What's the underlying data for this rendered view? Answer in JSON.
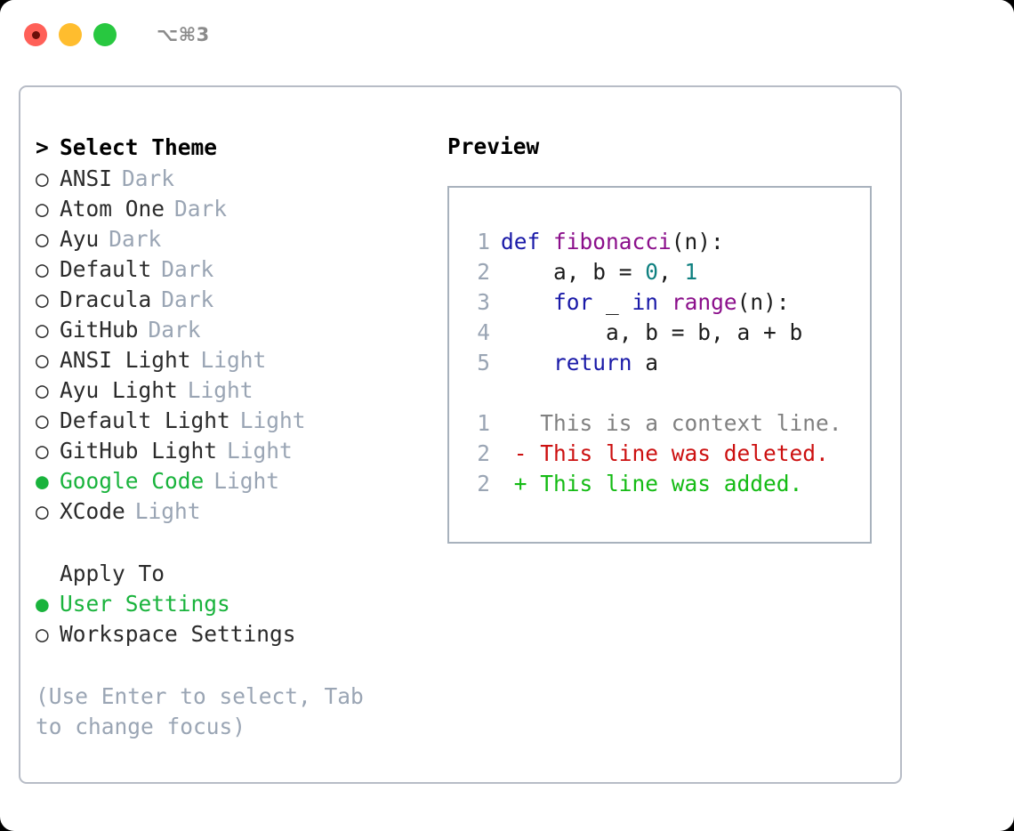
{
  "window": {
    "traffic_lights": [
      "close",
      "minimize",
      "maximize"
    ],
    "shortcut_label": "⌥⌘3"
  },
  "theme_selector": {
    "title": "Select Theme",
    "title_prefix": ">",
    "bullet_selected": "●",
    "bullet_unselected": "○",
    "selected_theme": "Google Code",
    "items": [
      {
        "name": "ANSI",
        "tag": "Dark",
        "selected": false
      },
      {
        "name": "Atom One",
        "tag": "Dark",
        "selected": false
      },
      {
        "name": "Ayu",
        "tag": "Dark",
        "selected": false
      },
      {
        "name": "Default",
        "tag": "Dark",
        "selected": false
      },
      {
        "name": "Dracula",
        "tag": "Dark",
        "selected": false
      },
      {
        "name": "GitHub",
        "tag": "Dark",
        "selected": false
      },
      {
        "name": "ANSI Light",
        "tag": "Light",
        "selected": false
      },
      {
        "name": "Ayu Light",
        "tag": "Light",
        "selected": false
      },
      {
        "name": "Default Light",
        "tag": "Light",
        "selected": false
      },
      {
        "name": "GitHub Light",
        "tag": "Light",
        "selected": false
      },
      {
        "name": "Google Code",
        "tag": "Light",
        "selected": true
      },
      {
        "name": "XCode",
        "tag": "Light",
        "selected": false
      }
    ]
  },
  "apply_to": {
    "label": "Apply To",
    "options": [
      {
        "name": "User Settings",
        "selected": true
      },
      {
        "name": "Workspace Settings",
        "selected": false
      }
    ]
  },
  "hint": "(Use Enter to select, Tab to change focus)",
  "preview": {
    "title": "Preview",
    "code_lines": [
      {
        "no": "1",
        "tokens": [
          {
            "t": "def",
            "c": "kw"
          },
          {
            "t": " ",
            "c": "plain"
          },
          {
            "t": "fibonacci",
            "c": "fn"
          },
          {
            "t": "(n):",
            "c": "plain"
          }
        ]
      },
      {
        "no": "2",
        "tokens": [
          {
            "t": "    a, b = ",
            "c": "plain"
          },
          {
            "t": "0",
            "c": "num"
          },
          {
            "t": ", ",
            "c": "plain"
          },
          {
            "t": "1",
            "c": "num"
          }
        ]
      },
      {
        "no": "3",
        "tokens": [
          {
            "t": "    ",
            "c": "plain"
          },
          {
            "t": "for",
            "c": "kw"
          },
          {
            "t": " _ ",
            "c": "plain"
          },
          {
            "t": "in",
            "c": "kw"
          },
          {
            "t": " ",
            "c": "plain"
          },
          {
            "t": "range",
            "c": "fn"
          },
          {
            "t": "(n):",
            "c": "plain"
          }
        ]
      },
      {
        "no": "4",
        "tokens": [
          {
            "t": "        a, b = b, a + b",
            "c": "plain"
          }
        ]
      },
      {
        "no": "5",
        "tokens": [
          {
            "t": "    ",
            "c": "plain"
          },
          {
            "t": "return",
            "c": "kw"
          },
          {
            "t": " a",
            "c": "plain"
          }
        ]
      }
    ],
    "diff_lines": [
      {
        "no": "1",
        "marker": " ",
        "text": "This is a context line.",
        "kind": "ctx"
      },
      {
        "no": "2",
        "marker": "-",
        "text": "This line was deleted.",
        "kind": "del"
      },
      {
        "no": "2",
        "marker": "+",
        "text": "This line was added.",
        "kind": "add"
      }
    ]
  },
  "colors": {
    "accent_green": "#19b33c",
    "tag_gray": "#9aa5b4",
    "keyword_blue": "#1a1aa8",
    "function_purple": "#8b0f8b",
    "number_teal": "#0f8080",
    "diff_delete_red": "#cc1010",
    "diff_add_green": "#14bb14",
    "panel_border": "#b7bcc6"
  }
}
